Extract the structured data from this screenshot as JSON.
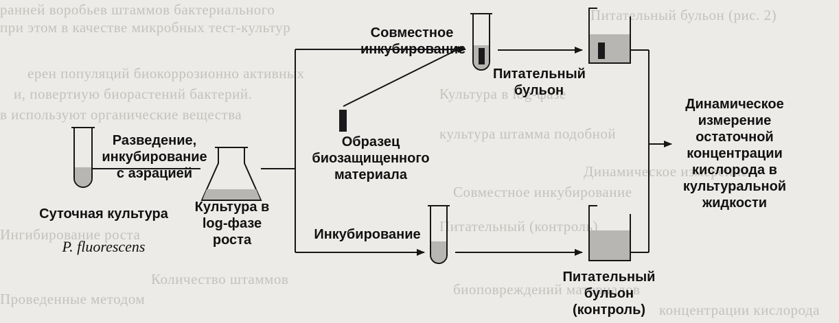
{
  "diagram": {
    "labels": {
      "culture": "Суточная культура",
      "species": "P. fluorescens",
      "dilution": "Разведение,\nинкубирование\nс аэрацией",
      "log_phase": "Культура в\nlog-фазе\nроста",
      "coincubation": "Совместное\nинкубирование",
      "sample": "Образец\nбиозащищенного\nматериала",
      "incubation": "Инкубирование",
      "broth": "Питательный\nбульон",
      "broth_control": "Питательный\nбульон\n(контроль)",
      "measurement": "Динамическое\nизмерение\nостаточной\nконцентрации\nкислорода в\nкультуральной\nжидкости"
    },
    "colors": {
      "ink": "#161616",
      "paper": "#ecebe8",
      "liquid": "#b7b6b2",
      "bleed": "#c4c2bd"
    }
  },
  "bleed_through": [
    "ранней воробьев штаммов бактериального",
    "при этом в качестве микробных тест-культур",
    "ерен популяций биокоррозионно активных",
    "и, повертиую биорастений бактерий.",
    "в используют органические вещества",
    "Питательный бульон (рис. 2)",
    "Культура в log-фазе",
    "культура штамма подобной",
    "Совместное инкубирование",
    "Питательный (контроль)",
    "Ингибирование роста",
    "Количество штаммов",
    "Динамическое измерение",
    "Проведенные методом",
    "биоповреждений материалов",
    "концентрации кислорода"
  ]
}
